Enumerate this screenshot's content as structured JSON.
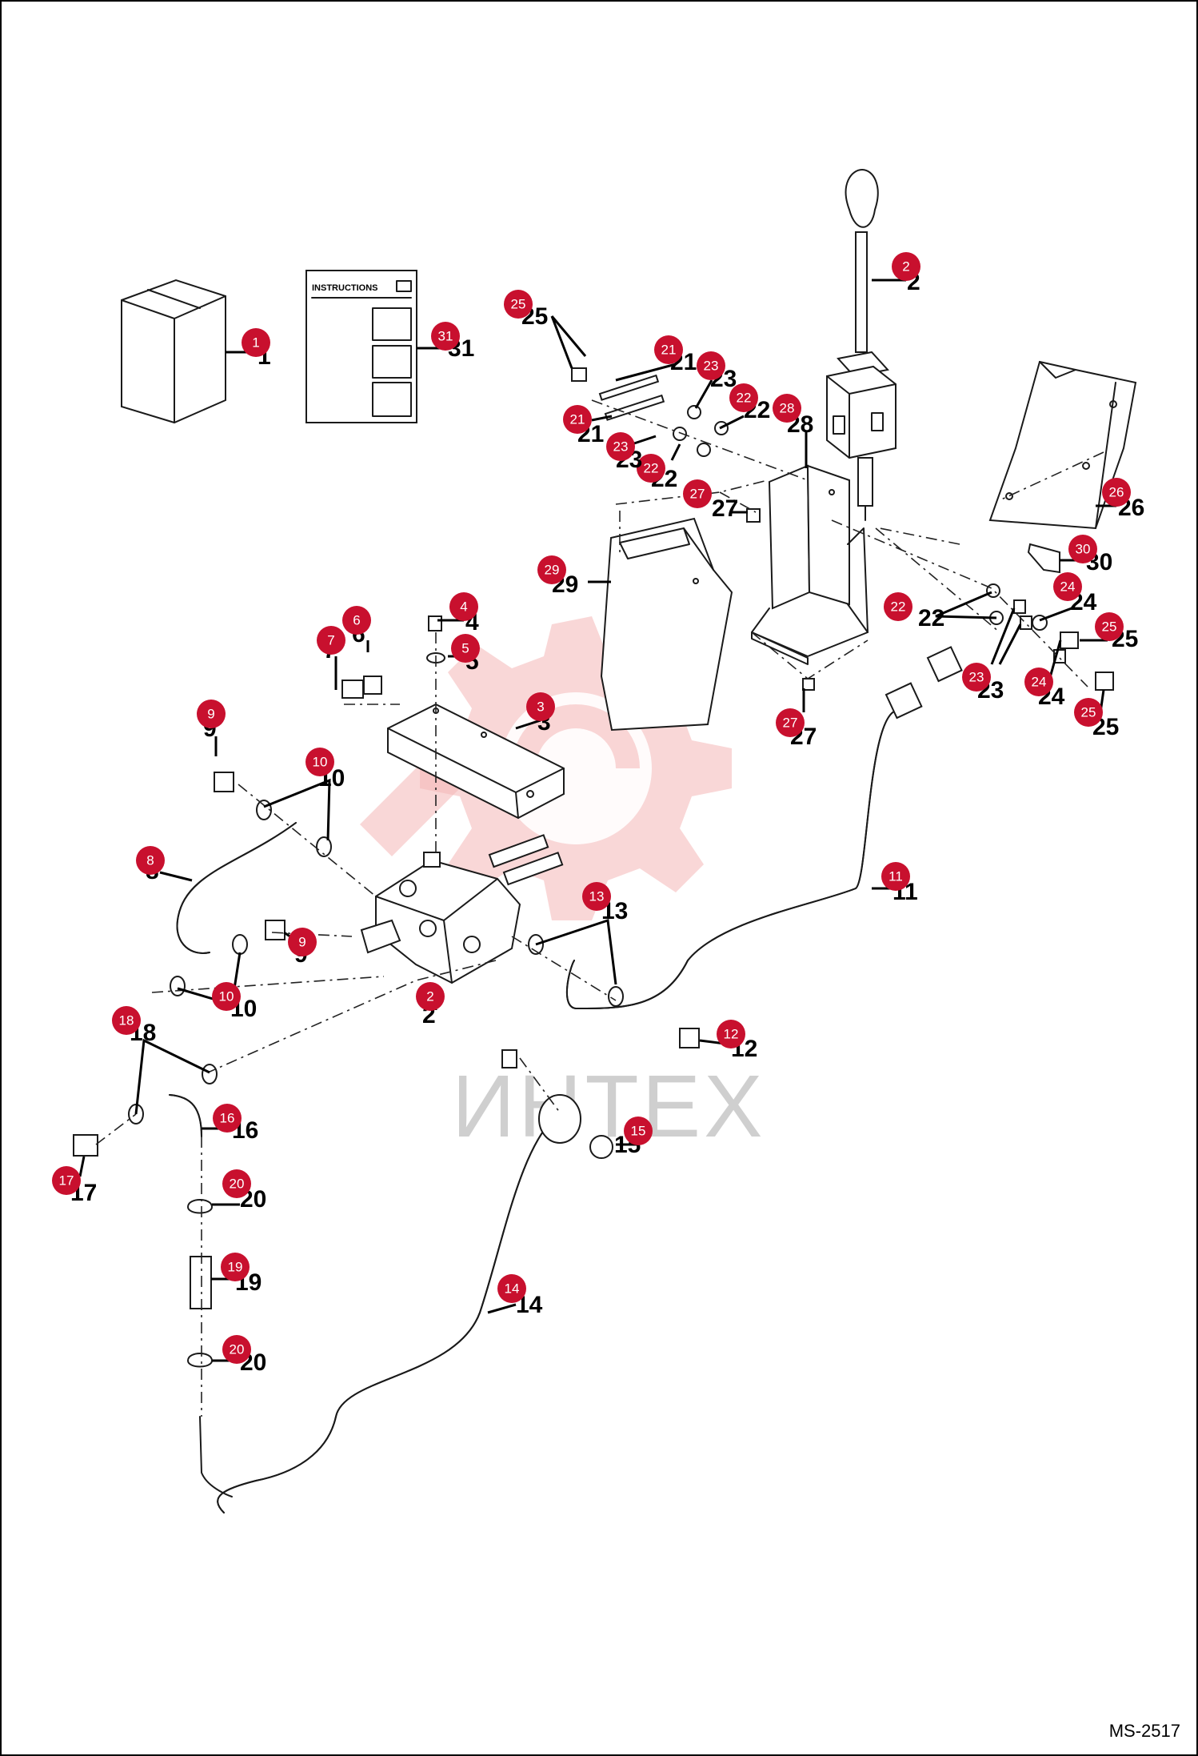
{
  "drawing_id": "MS-2517",
  "watermark": "ИНТЕХ",
  "instructions_label": "INSTRUCTIONS",
  "callouts": [
    {
      "number": "1"
    },
    {
      "number": "2"
    },
    {
      "number": "2"
    },
    {
      "number": "3"
    },
    {
      "number": "4"
    },
    {
      "number": "5"
    },
    {
      "number": "6"
    },
    {
      "number": "7"
    },
    {
      "number": "8"
    },
    {
      "number": "9"
    },
    {
      "number": "9"
    },
    {
      "number": "10"
    },
    {
      "number": "10"
    },
    {
      "number": "10"
    },
    {
      "number": "11"
    },
    {
      "number": "12"
    },
    {
      "number": "13"
    },
    {
      "number": "14"
    },
    {
      "number": "15"
    },
    {
      "number": "16"
    },
    {
      "number": "17"
    },
    {
      "number": "18"
    },
    {
      "number": "19"
    },
    {
      "number": "20"
    },
    {
      "number": "20"
    },
    {
      "number": "21"
    },
    {
      "number": "21"
    },
    {
      "number": "22"
    },
    {
      "number": "22"
    },
    {
      "number": "22"
    },
    {
      "number": "23"
    },
    {
      "number": "23"
    },
    {
      "number": "23"
    },
    {
      "number": "24"
    },
    {
      "number": "24"
    },
    {
      "number": "25"
    },
    {
      "number": "25"
    },
    {
      "number": "25"
    },
    {
      "number": "25"
    },
    {
      "number": "26"
    },
    {
      "number": "27"
    },
    {
      "number": "27"
    },
    {
      "number": "28"
    },
    {
      "number": "29"
    },
    {
      "number": "30"
    },
    {
      "number": "31"
    }
  ],
  "colors": {
    "callout_bubble": "#c8102e",
    "watermark": "#f4b7b7"
  }
}
